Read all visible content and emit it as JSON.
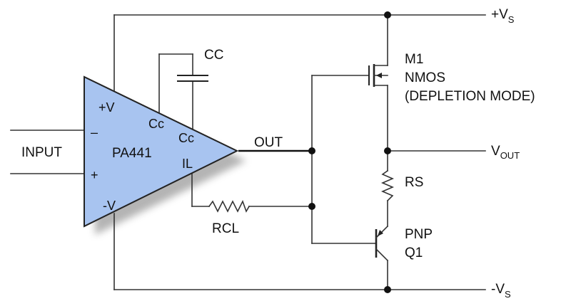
{
  "amplifier": {
    "name": "PA441",
    "pins": {
      "pos_supply": "+V",
      "neg_supply": "-V",
      "inv_input": "–",
      "noninv_input": "+",
      "comp_1": "Cc",
      "comp_2": "Cc",
      "current_limit": "IL"
    },
    "fill_color": "#a8c4f0"
  },
  "labels": {
    "input": "INPUT",
    "output": "OUT",
    "comp_cap": "CC",
    "current_limit_resistor": "RCL",
    "sense_resistor": "RS",
    "pos_rail": {
      "main": "+V",
      "sub": "S"
    },
    "neg_rail": {
      "main": "-V",
      "sub": "S"
    },
    "vout": {
      "main": "V",
      "sub": "OUT"
    },
    "mosfet": {
      "name": "M1",
      "type": "NMOS",
      "mode": "(DEPLETION MODE)"
    },
    "bjt": {
      "type": "PNP",
      "name": "Q1"
    }
  }
}
